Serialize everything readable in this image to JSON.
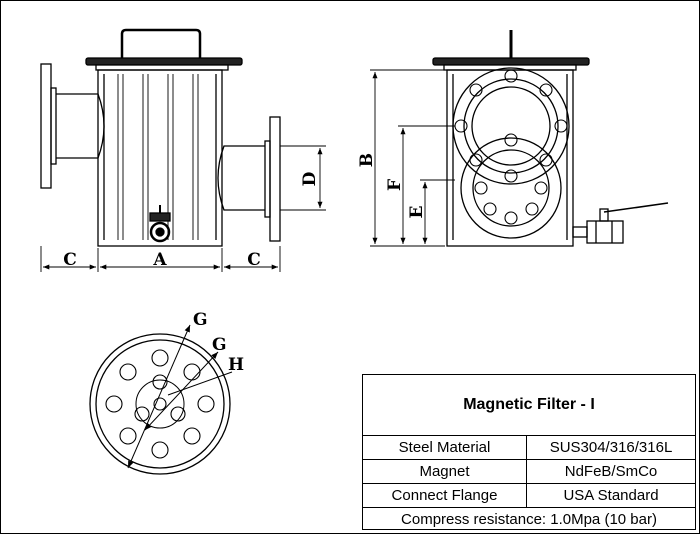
{
  "dimensions": {
    "a": "A",
    "b": "B",
    "c_left": "C",
    "c_right": "C",
    "d": "D",
    "e": "E",
    "f": "F",
    "g1": "G",
    "g2": "G",
    "h": "H"
  },
  "spec": {
    "title": "Magnetic Filter - I",
    "rows": [
      {
        "label": "Steel Material",
        "value": "SUS304/316/316L"
      },
      {
        "label": "Magnet",
        "value": "NdFeB/SmCo"
      },
      {
        "label": "Connect Flange",
        "value": "USA Standard"
      }
    ],
    "compress": "Compress resistance: 1.0Mpa (10 bar)"
  }
}
